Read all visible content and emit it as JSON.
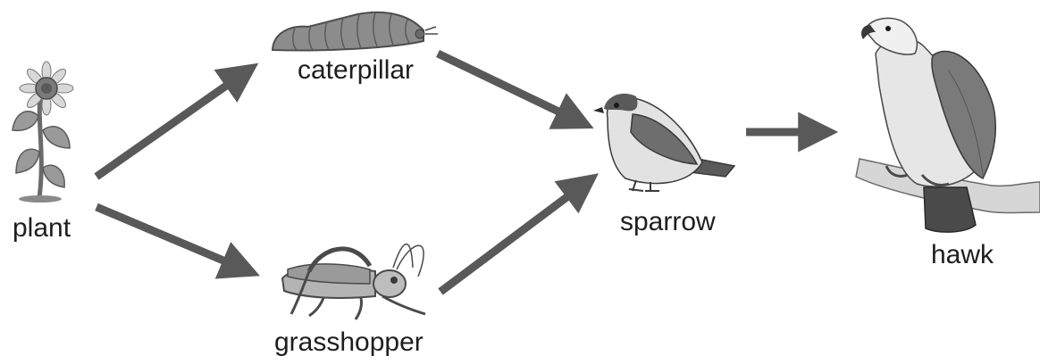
{
  "organisms": [
    {
      "id": "plant",
      "label": "plant",
      "icon": "sunflower-icon"
    },
    {
      "id": "caterpillar",
      "label": "caterpillar",
      "icon": "caterpillar-icon"
    },
    {
      "id": "grasshopper",
      "label": "grasshopper",
      "icon": "grasshopper-icon"
    },
    {
      "id": "sparrow",
      "label": "sparrow",
      "icon": "sparrow-icon"
    },
    {
      "id": "hawk",
      "label": "hawk",
      "icon": "hawk-icon"
    }
  ],
  "links": [
    {
      "from": "plant",
      "to": "caterpillar"
    },
    {
      "from": "plant",
      "to": "grasshopper"
    },
    {
      "from": "caterpillar",
      "to": "sparrow"
    },
    {
      "from": "grasshopper",
      "to": "sparrow"
    },
    {
      "from": "sparrow",
      "to": "hawk"
    }
  ],
  "colors": {
    "arrow": "#595959",
    "text": "#1e1e1e"
  }
}
